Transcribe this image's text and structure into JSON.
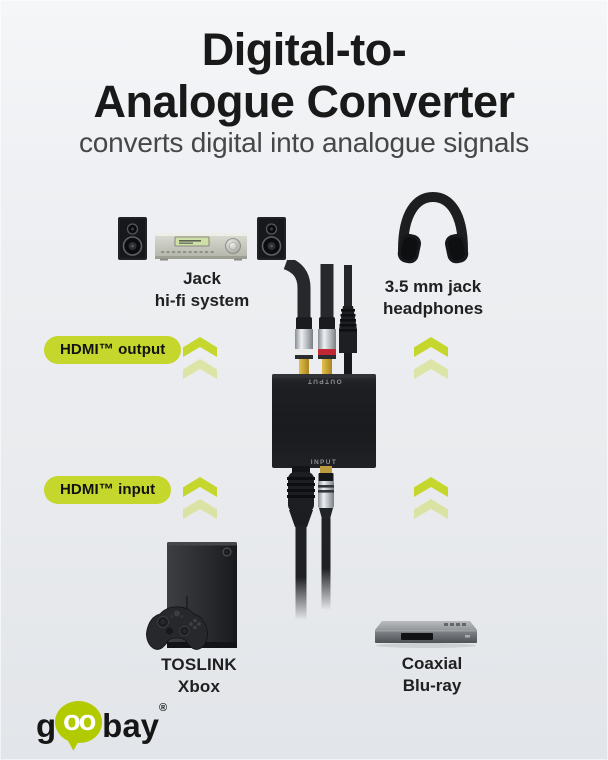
{
  "header": {
    "title_line1": "Digital-to-",
    "title_line2": "Analogue Converter",
    "subtitle": "converts digital into analogue signals"
  },
  "badges": {
    "output": "HDMI™ output",
    "input": "HDMI™ input"
  },
  "devices": {
    "hifi": {
      "line1": "Jack",
      "line2": "hi-fi system"
    },
    "headphones": {
      "line1": "3.5 mm jack",
      "line2": "headphones"
    },
    "xbox": {
      "line1": "TOSLINK",
      "line2": "Xbox"
    },
    "bluray": {
      "line1": "Coaxial",
      "line2": "Blu-ray"
    }
  },
  "converter": {
    "top_label": "OUTPUT",
    "bottom_label": "INPUT"
  },
  "brand": {
    "g": "g",
    "oo": "oo",
    "bay": "bay",
    "registered": "®"
  },
  "icons": {
    "hifi": "hifi-system-icon",
    "headphones": "headphones-icon",
    "converter": "dac-converter-with-cables-icon",
    "xbox": "xbox-console-with-controller-icon",
    "bluray": "blu-ray-player-icon",
    "arrows": "double-chevron-up-icon",
    "logo_bubble": "speech-bubble-icon"
  },
  "colors": {
    "accent_green": "#c5d72d",
    "logo_green": "#b2ca00",
    "background": "#eceff2",
    "title_text": "#191919"
  }
}
